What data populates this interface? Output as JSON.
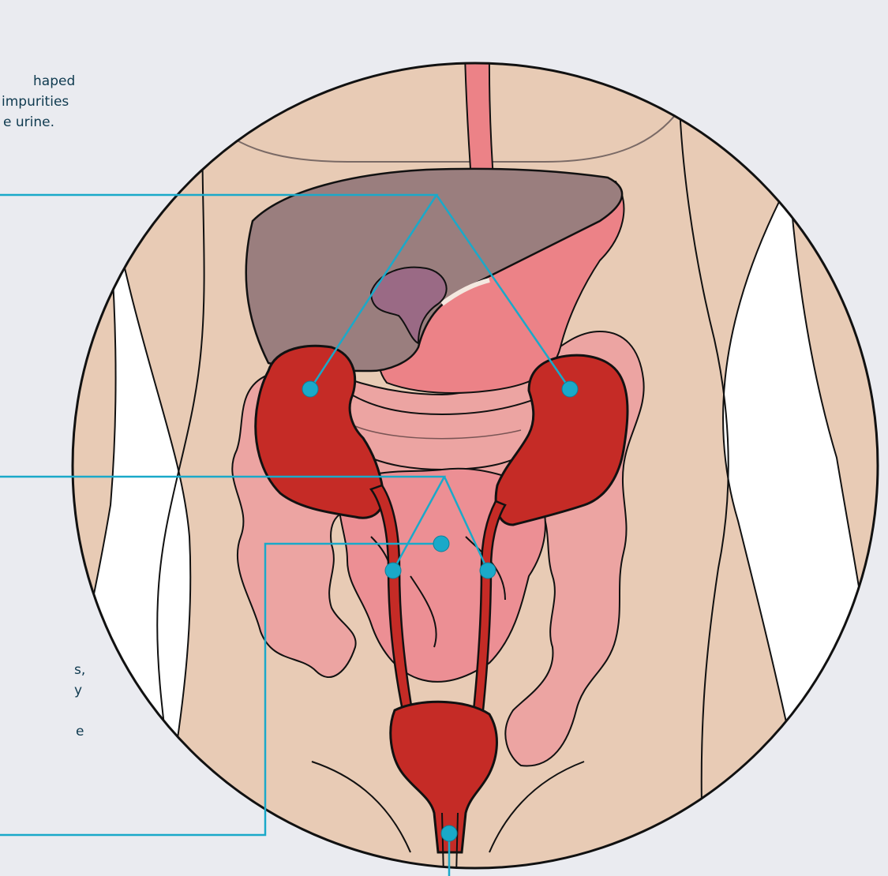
{
  "captions": {
    "kidneys": [
      "haped",
      "impurities",
      "e urine."
    ],
    "bladder": [
      "s,",
      "y",
      "",
      "e"
    ]
  },
  "colors": {
    "background": "#eaebf0",
    "skin": "#e8cbb5",
    "kidney": "#c52b26",
    "liver": "#9a7e7e",
    "gallbladder": "#9a6a85",
    "stomach": "#ec8287",
    "esophagus": "#ec8287",
    "intestine": "#eca4a2",
    "small_intestine": "#ec8f94",
    "leader_line": "#1aa9c9",
    "outline": "#111111",
    "caption_text": "#0f3a4f"
  },
  "icons": [
    "anatomy-figure",
    "callout-dot"
  ]
}
